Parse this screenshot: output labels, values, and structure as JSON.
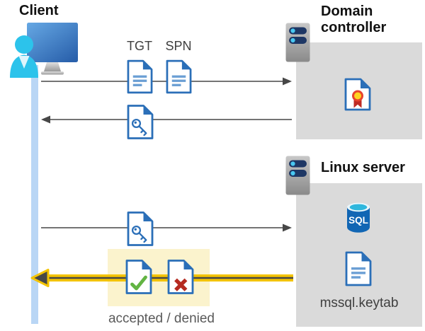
{
  "client": {
    "label": "Client"
  },
  "messages": {
    "tgt_label": "TGT",
    "spn_label": "SPN",
    "result_label": "accepted / denied"
  },
  "domain_controller": {
    "label": "Domain controller"
  },
  "linux_server": {
    "label": "Linux server",
    "sql_label": "SQL",
    "keytab_label": "mssql.keytab"
  },
  "icons": {
    "client": "client-computer-user-icon",
    "servers": [
      "domain-controller-server-icon",
      "linux-server-icon"
    ],
    "documents": [
      "tgt-ticket-icon",
      "spn-ticket-icon",
      "service-ticket-key-icon",
      "accepted-doc-check-icon",
      "denied-doc-x-icon",
      "certificate-icon",
      "keytab-file-icon",
      "sql-database-icon"
    ]
  },
  "colors": {
    "doc_blue": "#2b6fb8",
    "doc_line_blue": "#6b9fd4",
    "accept_green": "#62b443",
    "deny_red": "#b52a20",
    "highlight_yellow": "#fbf3cd",
    "arrow_gray": "#474747",
    "arrow_yellow": "#f3c300",
    "lifeline_blue": "#b9d6f5",
    "box_gray": "#dadada",
    "server_navy": "#1e3765",
    "server_dot_cyan": "#49c8f2",
    "sql_blue": "#1166b4",
    "sql_top_cyan": "#2fb7dd",
    "cert_gold": "#ffd41f",
    "cert_ring_orange": "#e8432d",
    "cert_ribbon_red": "#bf2b25",
    "person_cyan": "#2cc3eb",
    "text_dark": "#111111",
    "text_mid": "#3f3f3f",
    "text_gray": "#595959"
  }
}
